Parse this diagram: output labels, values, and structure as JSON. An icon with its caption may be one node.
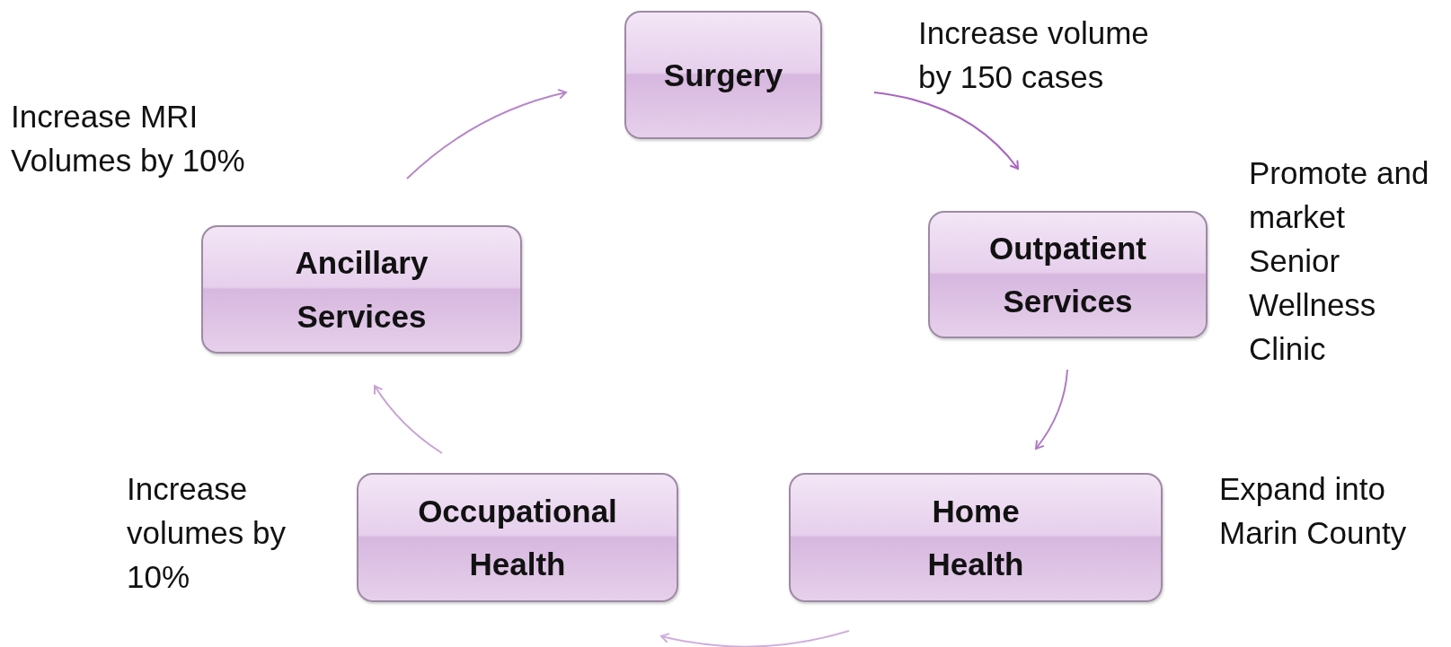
{
  "diagram": {
    "nodes": [
      {
        "text": [
          "Surgery"
        ],
        "beside": [
          "Increase volume by 150 cases"
        ]
      },
      {
        "text": [
          "Outpatient Services"
        ],
        "beside": [
          "Promote and market Senior Wellness Clinic"
        ]
      },
      {
        "text": [
          "Home Health"
        ],
        "beside": [
          "Expand into Marin County"
        ]
      },
      {
        "text": [
          "Occupational Health"
        ],
        "beside": [
          "Increase volumes by 10%"
        ]
      },
      {
        "text": [
          "Ancillary Services"
        ],
        "beside": [
          "Increase MRI Volumes by 10%"
        ]
      }
    ],
    "edges": [
      {
        "from": 0,
        "to": 1,
        "arrow": "to"
      },
      {
        "from": 1,
        "to": 2,
        "arrow": "to"
      },
      {
        "from": 2,
        "to": 3,
        "arrow": "to"
      },
      {
        "from": 3,
        "to": 4,
        "arrow": "to"
      },
      {
        "from": 4,
        "to": 0,
        "arrow": "to"
      }
    ]
  }
}
